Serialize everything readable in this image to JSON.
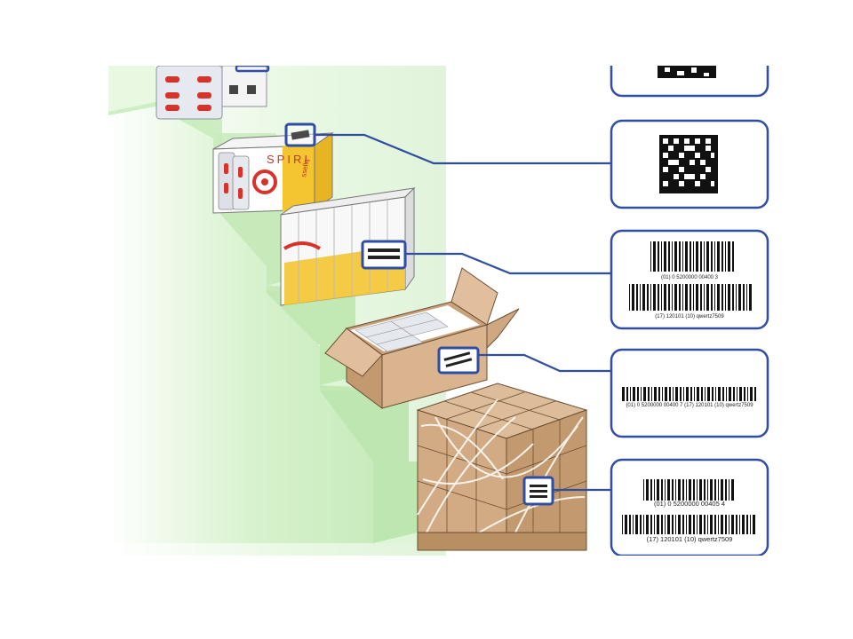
{
  "colors": {
    "frame_blue": "#2f4ea2",
    "step_green": "#cfefc4",
    "step_top": "#dff7d6",
    "cardboard": "#d9b48f",
    "cardboard_dark": "#b98f66",
    "accent_red": "#d8332a",
    "accent_yellow": "#f4c531"
  },
  "product": {
    "brand": "SPIRI",
    "sub": "ssellq"
  },
  "labels": [
    {
      "id": "top-datamatrix",
      "kind": "datamatrix-partial"
    },
    {
      "id": "pack-datamatrix",
      "kind": "datamatrix"
    },
    {
      "id": "bundle-label",
      "kind": "barcode-2line",
      "line1": "(01) 0 5200000 00400 3",
      "line2": "(17) 120101 (10) qwertz7509"
    },
    {
      "id": "case-label",
      "kind": "barcode-1line",
      "line1": "(01) 0 5200000 00400 7 (17) 120101 (10) qwertz7509"
    },
    {
      "id": "pallet-label",
      "kind": "barcode-2line",
      "line1": "(01) 0 5200000 00405 4",
      "line2": "(17) 120101 (10) qwertz7509"
    }
  ]
}
